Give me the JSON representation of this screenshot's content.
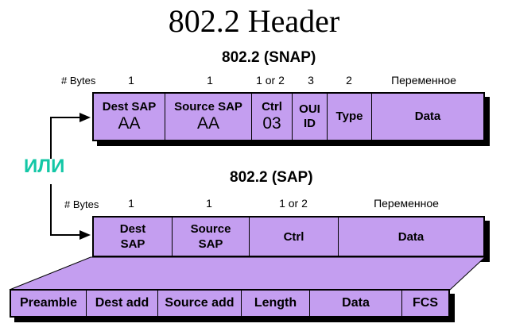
{
  "title": "802.2 Header",
  "snap": {
    "subtitle": "802.2 (SNAP)",
    "bytes_label": "# Bytes",
    "fields": [
      {
        "bytes": "1",
        "name": "Dest SAP",
        "value": "AA"
      },
      {
        "bytes": "1",
        "name": "Source SAP",
        "value": "AA"
      },
      {
        "bytes": "1 or 2",
        "name": "Ctrl",
        "value": "03"
      },
      {
        "bytes": "3",
        "name": "OUI ID",
        "value": ""
      },
      {
        "bytes": "2",
        "name": "Type",
        "value": ""
      },
      {
        "bytes": "Переменное",
        "name": "Data",
        "value": ""
      }
    ]
  },
  "or_label": "ИЛИ",
  "sap": {
    "subtitle": "802.2 (SAP)",
    "bytes_label": "# Bytes",
    "fields": [
      {
        "bytes": "1",
        "name": "Dest SAP"
      },
      {
        "bytes": "1",
        "name": "Source SAP"
      },
      {
        "bytes": "1 or 2",
        "name": "Ctrl"
      },
      {
        "bytes": "Переменное",
        "name": "Data"
      }
    ]
  },
  "frame": {
    "fields": [
      "Preamble",
      "Dest add",
      "Source add",
      "Length",
      "Data",
      "FCS"
    ]
  },
  "colors": {
    "field_fill": "#c49ef0",
    "or_text": "#13c7a6",
    "border": "#000000"
  }
}
